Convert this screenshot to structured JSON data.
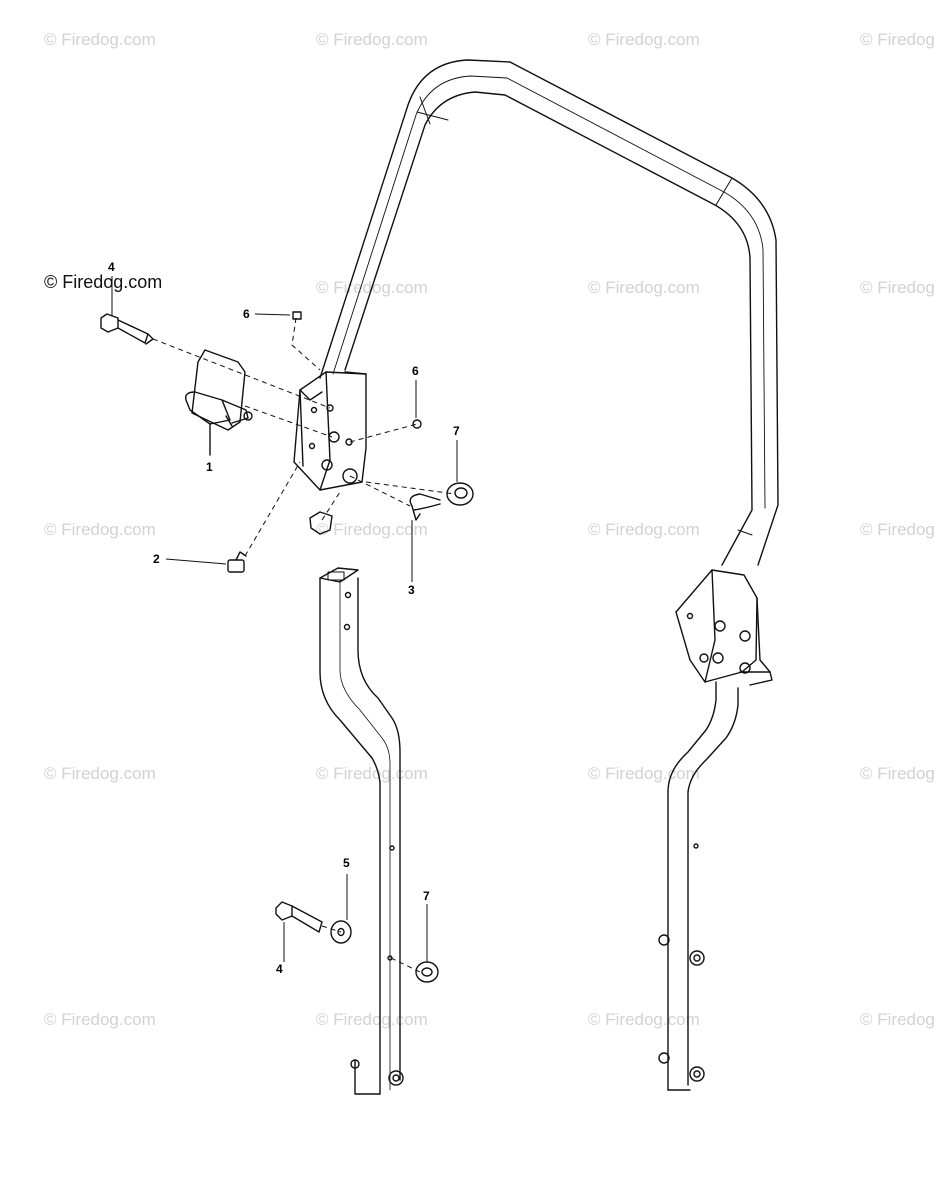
{
  "brand": "© Firedog.com",
  "watermark_text": "© Firedog.com",
  "callouts": [
    {
      "label": "4"
    },
    {
      "label": "6"
    },
    {
      "label": "6"
    },
    {
      "label": "7"
    },
    {
      "label": "1"
    },
    {
      "label": "2"
    },
    {
      "label": "3"
    },
    {
      "label": "5"
    },
    {
      "label": "7"
    },
    {
      "label": "4"
    }
  ],
  "colors": {
    "line": "#111111",
    "watermark": "#d2d2d2"
  }
}
